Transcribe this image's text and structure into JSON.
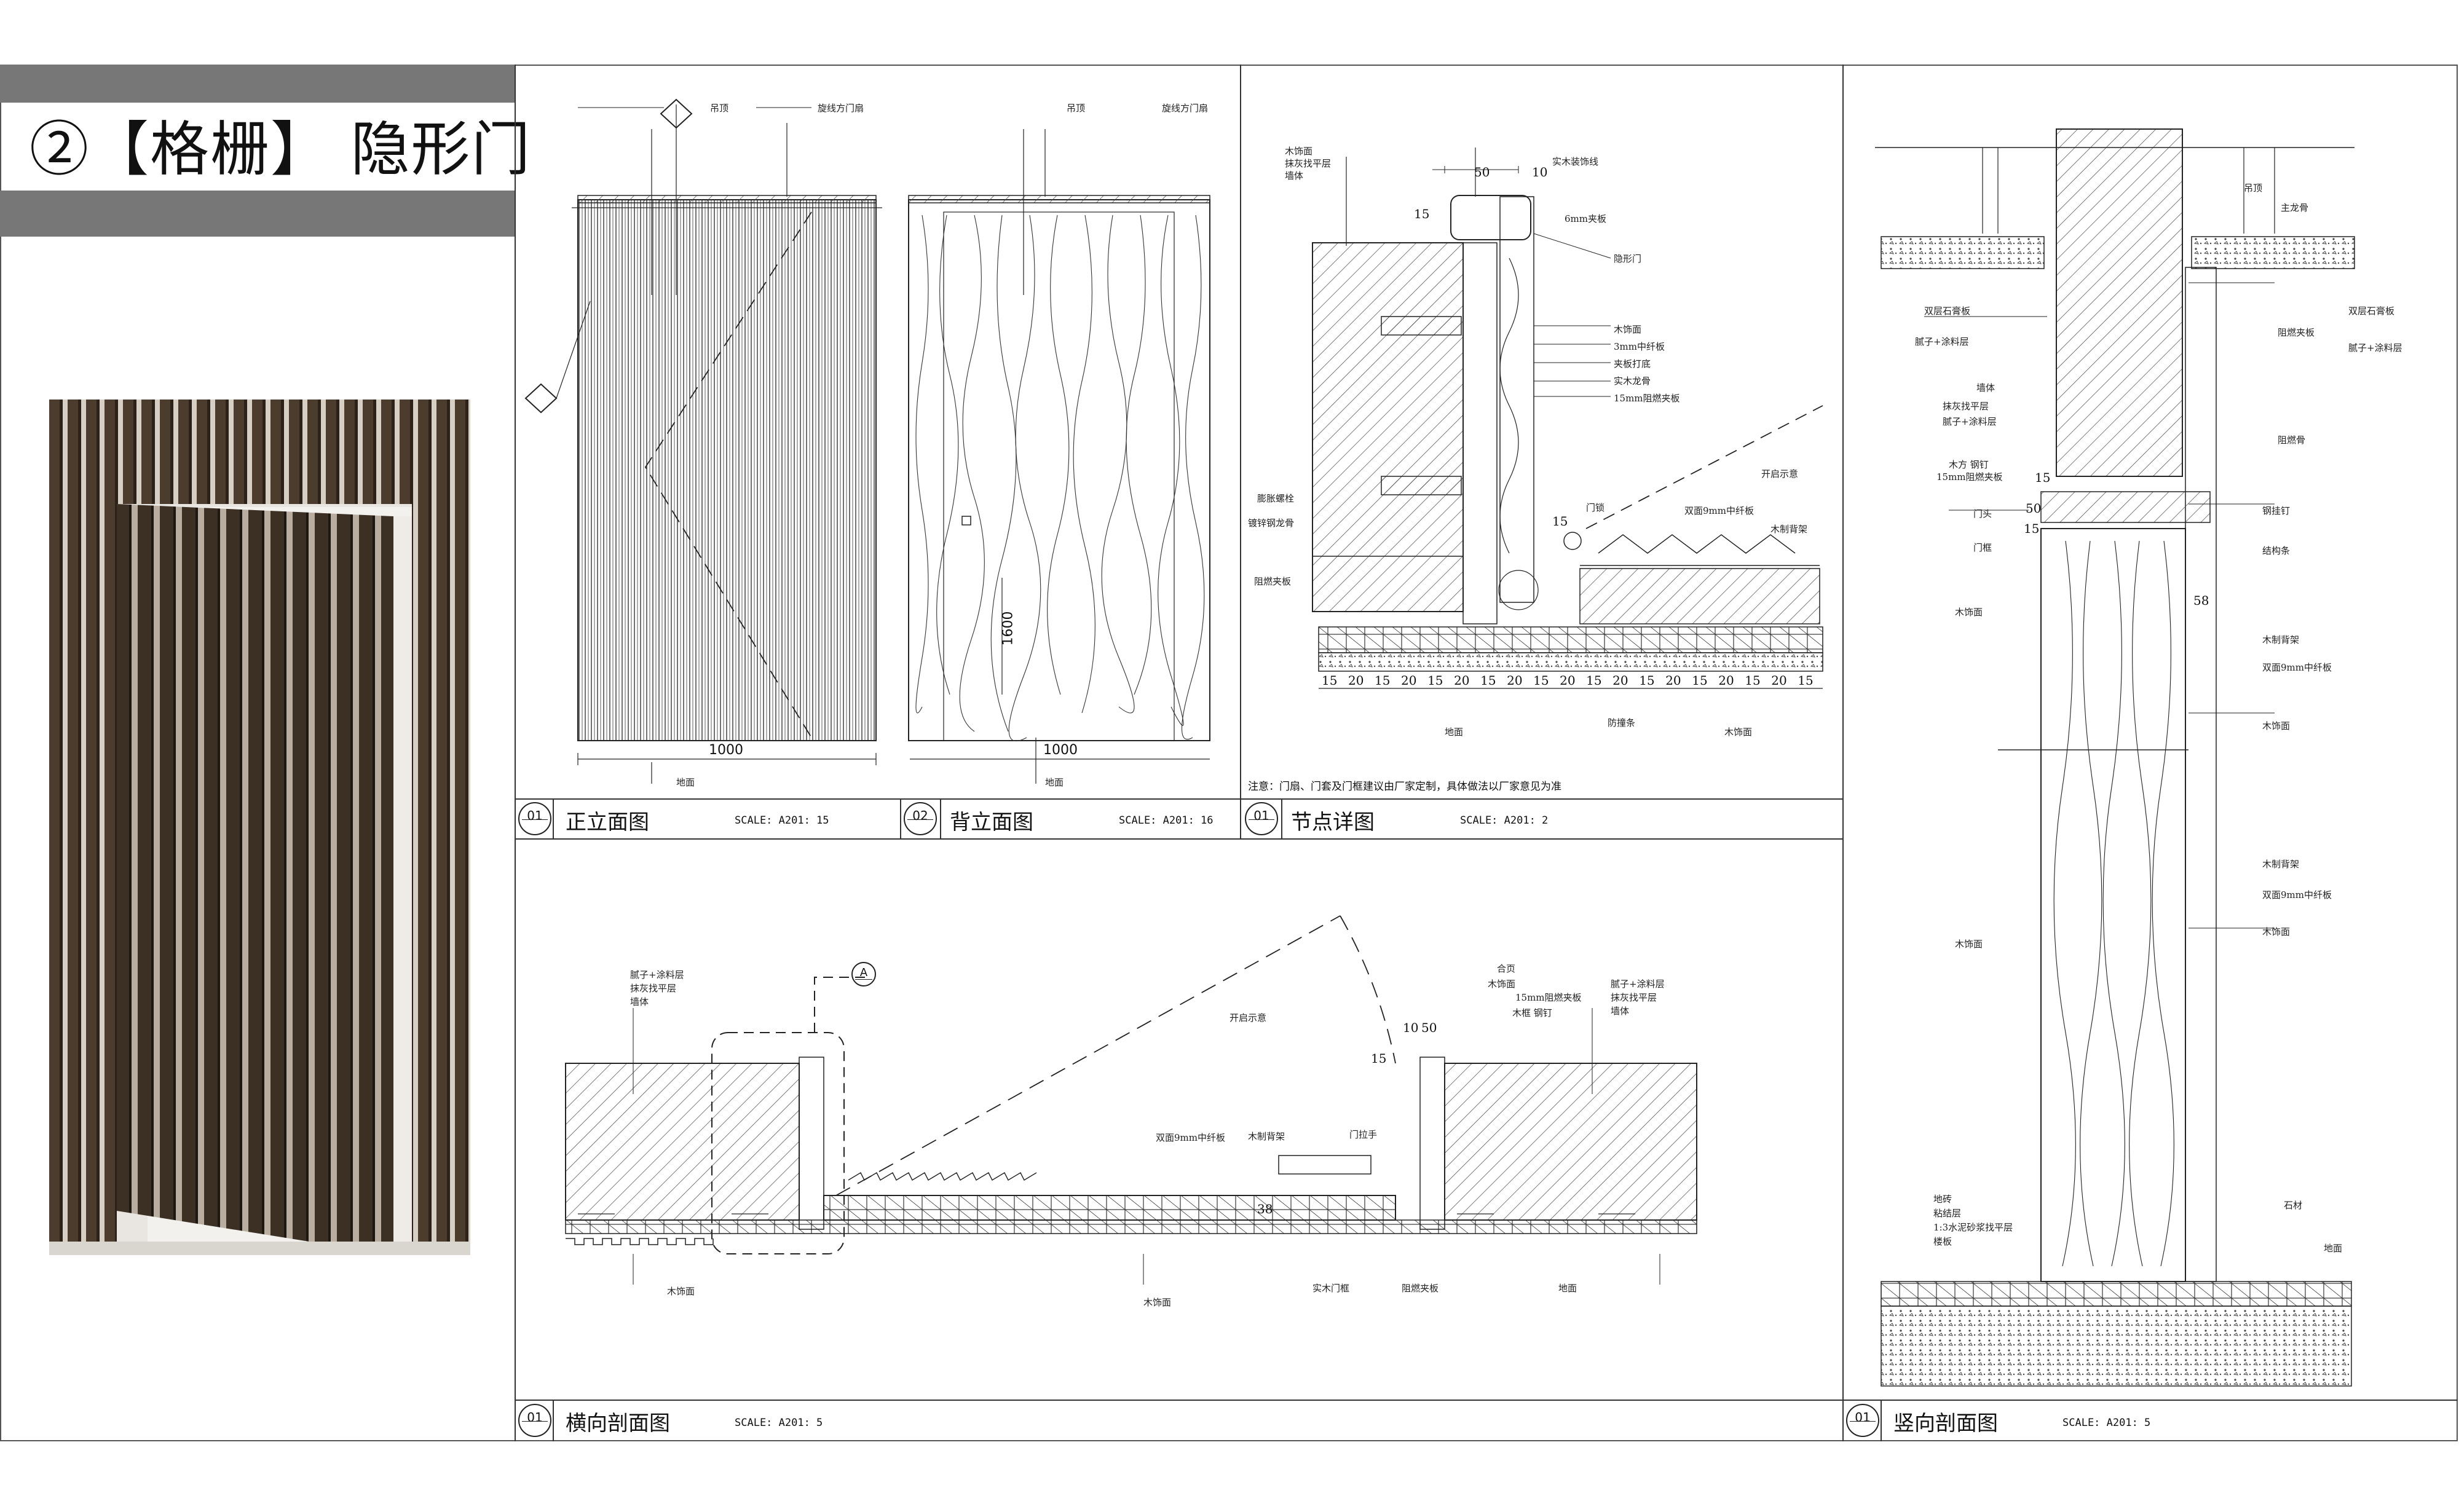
{
  "title": "②【格栅】 隐形门",
  "views": [
    {
      "num": "01",
      "name": "正立面图",
      "scale": "SCALE: A201: 15"
    },
    {
      "num": "02",
      "name": "背立面图",
      "scale": "SCALE: A201: 16"
    },
    {
      "num": "01",
      "name": "节点详图",
      "scale": "SCALE: A201: 2"
    },
    {
      "num": "01",
      "name": "横向剖面图",
      "scale": "SCALE: A201: 5"
    },
    {
      "num": "01",
      "name": "竖向剖面图",
      "scale": "SCALE: A201: 5"
    }
  ],
  "front": {
    "width_dim": "1000",
    "callouts": [
      "吊顶",
      "旋线方门扇",
      "地面"
    ]
  },
  "back": {
    "width_dim": "1000",
    "height_dim": "1600",
    "callouts": [
      "吊顶",
      "旋线方门扇",
      "地面"
    ]
  },
  "detail": {
    "note": "注意：门扇、门套及门框建议由厂家定制，具体做法以厂家意见为准",
    "dims_top": [
      "50",
      "10",
      "15",
      "15"
    ],
    "dims_bottom": [
      "15",
      "20",
      "15",
      "20",
      "15",
      "20",
      "15",
      "20",
      "15",
      "20",
      "15",
      "20",
      "15",
      "20",
      "15",
      "20",
      "15",
      "20",
      "15"
    ],
    "callouts": [
      "木饰面",
      "抹灰找平层",
      "墙体",
      "实木装饰线",
      "6mm夹板",
      "隐形门",
      "木饰面",
      "3mm中纤板",
      "夹板打底",
      "实木龙骨",
      "15mm阻燃夹板",
      "膨胀螺栓",
      "镀锌钢龙骨",
      "阻燃夹板",
      "双面9mm中纤板",
      "开启示意",
      "木制背架",
      "门锁",
      "防撞条",
      "地面",
      "木饰面"
    ]
  },
  "horizontal": {
    "dims": [
      "10",
      "50",
      "15",
      "38"
    ],
    "callouts": [
      "腻子+涂料层",
      "抹灰找平层",
      "墙体",
      "开启示意",
      "双面9mm中纤板",
      "木制背架",
      "门拉手",
      "木饰面",
      "合页",
      "15mm阻燃夹板",
      "木框 钢钉",
      "腻子+涂料层",
      "抹灰找平层",
      "墙体",
      "木饰面",
      "阻燃夹板",
      "实木门框",
      "地面",
      "木饰面"
    ],
    "marker": "A"
  },
  "vertical": {
    "dims": [
      "15",
      "50",
      "15",
      "58"
    ],
    "callouts": [
      "吊顶",
      "主龙骨",
      "双层石膏板",
      "腻子+涂料层",
      "墙体",
      "抹灰找平层",
      "腻子+涂料层",
      "木方 钢钉",
      "15mm阻燃夹板",
      "门头",
      "门框",
      "木饰面",
      "双层石膏板",
      "腻子+涂料层",
      "阻燃夹板",
      "阻燃骨",
      "钢挂钉",
      "结构条",
      "木制背架",
      "双面9mm中纤板",
      "木饰面",
      "木饰面",
      "木制背架",
      "双面9mm中纤板",
      "木饰面",
      "地砖",
      "粘结层",
      "1:3水泥砂浆找平层",
      "楼板",
      "石材",
      "地面"
    ]
  },
  "colors": {
    "bar": "#777777",
    "line": "#222222",
    "wood_dark": "#4a3a2c",
    "wood_light": "#bfb2a2"
  }
}
